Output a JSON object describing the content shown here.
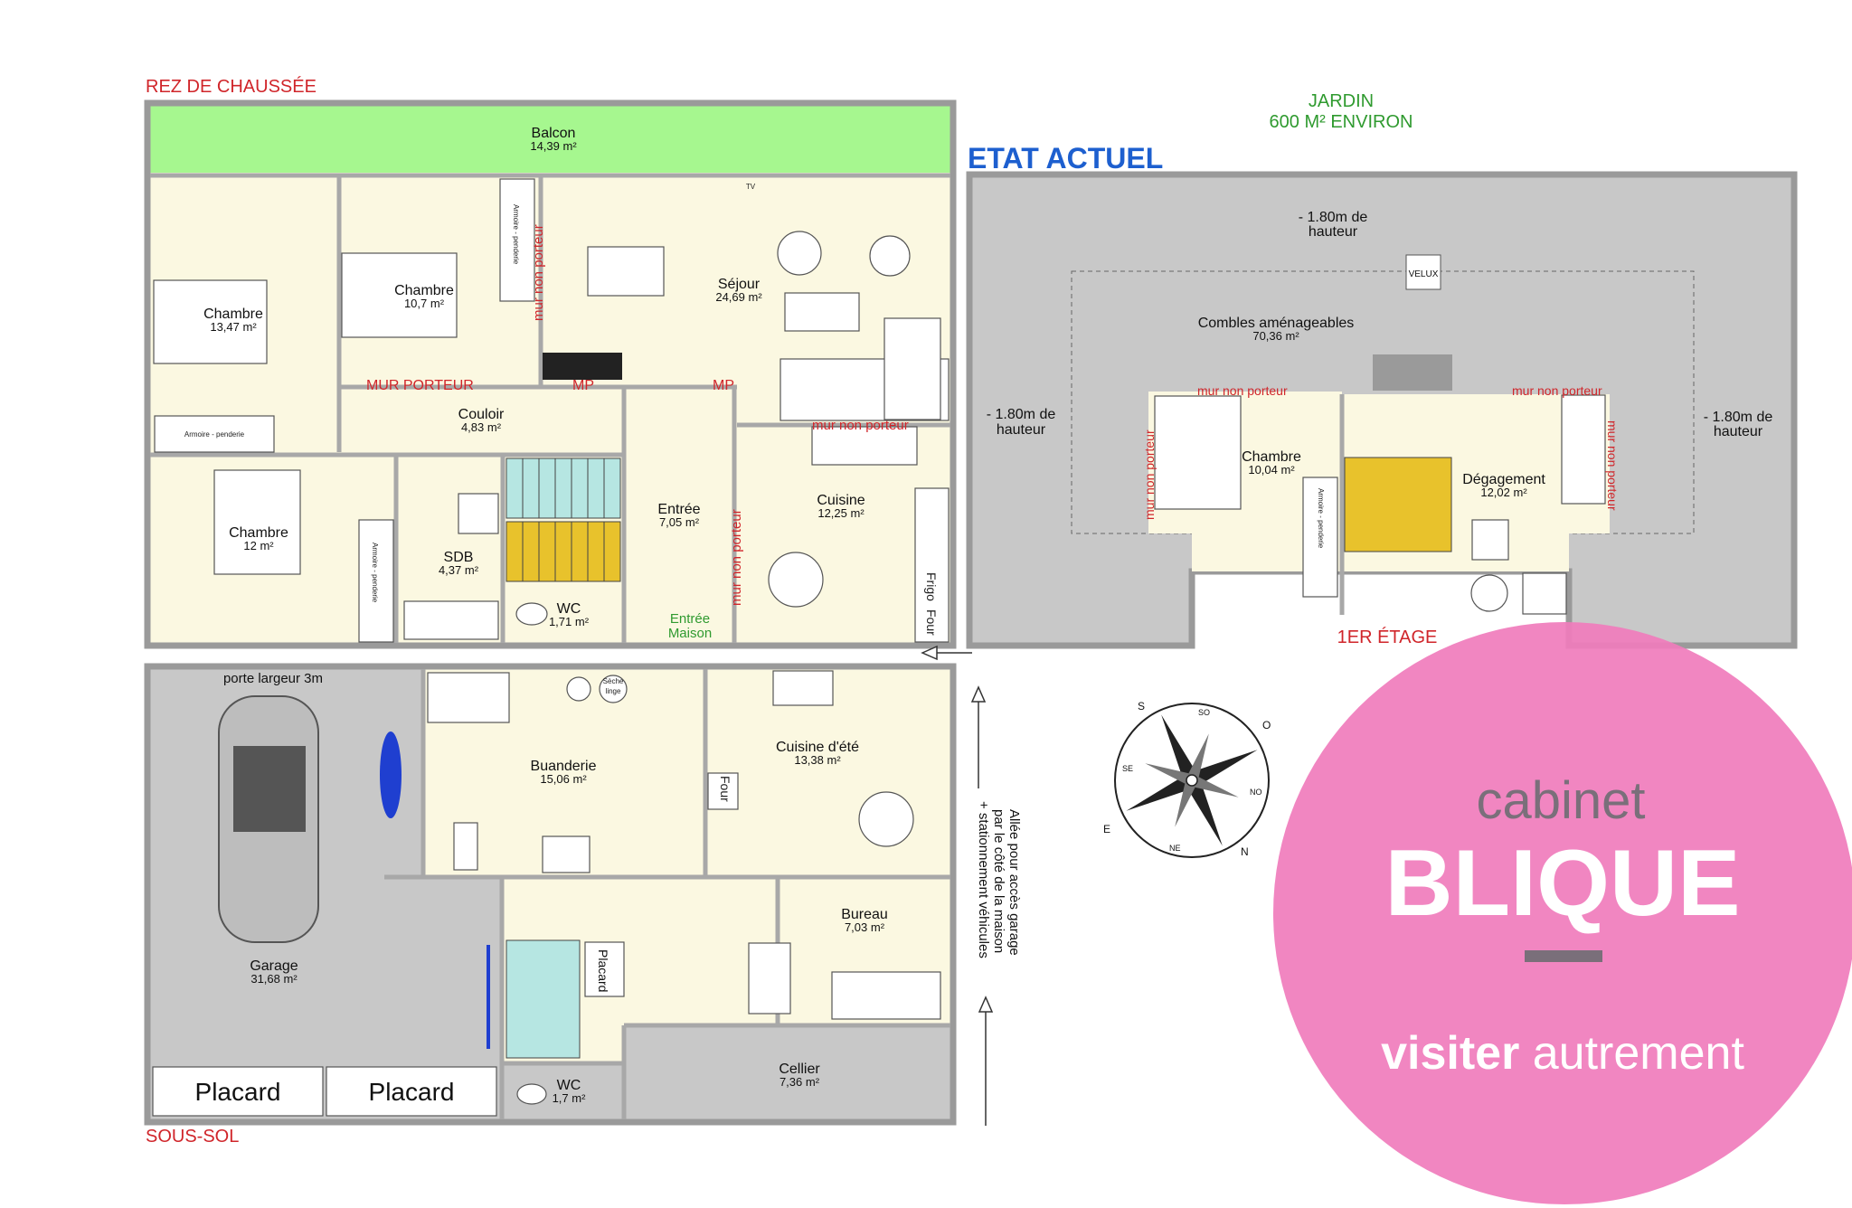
{
  "labels": {
    "ground_floor": "REZ DE CHAUSSÉE",
    "basement": "SOUS-SOL",
    "first_floor": "1ER ÉTAGE",
    "garden": "JARDIN",
    "garden_size": "600 M² ENVIRON",
    "state": "ETAT ACTUEL",
    "driveway_1": "Allée pour accès garage",
    "driveway_2": "par le côté de la maison",
    "driveway_3": "+ stationnement véhicules",
    "garage_door": "porte largeur 3m"
  },
  "rooms": {
    "balcon": {
      "name": "Balcon",
      "area": "14,39 m²"
    },
    "chambre1": {
      "name": "Chambre",
      "area": "13,47 m²"
    },
    "chambre2": {
      "name": "Chambre",
      "area": "10,7 m²"
    },
    "sejour": {
      "name": "Séjour",
      "area": "24,69 m²"
    },
    "couloir": {
      "name": "Couloir",
      "area": "4,83 m²"
    },
    "chambre3": {
      "name": "Chambre",
      "area": "12 m²"
    },
    "sdb": {
      "name": "SDB",
      "area": "4,37 m²"
    },
    "wc1": {
      "name": "WC",
      "area": "1,71 m²"
    },
    "entree": {
      "name": "Entrée",
      "area": "7,05 m²"
    },
    "cuisine": {
      "name": "Cuisine",
      "area": "12,25 m²"
    },
    "buanderie": {
      "name": "Buanderie",
      "area": "15,06 m²"
    },
    "cuisine_ete": {
      "name": "Cuisine d'été",
      "area": "13,38 m²"
    },
    "garage": {
      "name": "Garage",
      "area": "31,68 m²"
    },
    "bureau": {
      "name": "Bureau",
      "area": "7,03 m²"
    },
    "cellier": {
      "name": "Cellier",
      "area": "7,36 m²"
    },
    "wc2": {
      "name": "WC",
      "area": "1,7 m²"
    },
    "combles": {
      "name": "Combles aménageables",
      "area": "70,36 m²"
    },
    "chambre4": {
      "name": "Chambre",
      "area": "10,04 m²"
    },
    "degagement": {
      "name": "Dégagement",
      "area": "12,02 m²"
    }
  },
  "walls": {
    "mur_porteur": "MUR PORTEUR",
    "mp": "MP",
    "mur_non_porteur": "mur non porteur"
  },
  "annotations": {
    "entree_maison_1": "Entrée",
    "entree_maison_2": "Maison",
    "height_1": "- 1.80m de",
    "height_2": "hauteur",
    "velux": "VELUX",
    "tv": "TV",
    "armoire": "Armoire - penderie",
    "placard": "Placard",
    "frigo": "Frigo",
    "four": "Four",
    "seche_1": "Sèche",
    "seche_2": "linge"
  },
  "compass": {
    "n": "N",
    "ne": "NE",
    "e": "E",
    "se": "SE",
    "s": "S",
    "so": "SO",
    "o": "O",
    "no": "NO"
  },
  "logo": {
    "line1": "cabinet",
    "line2": "BLIQUE",
    "tagline_bold": "visiter",
    "tagline_light": "autrement"
  },
  "colors": {
    "floor": "#fbf8e1",
    "balcony": "#a6f78f",
    "garage": "#c8c8c8",
    "stairs_yellow": "#e8c22c",
    "stairs_teal": "#b6e6e2",
    "red": "#d0252a",
    "blue": "#1d5fcf",
    "green": "#2f9a2f",
    "pink": "#f07cbc"
  }
}
